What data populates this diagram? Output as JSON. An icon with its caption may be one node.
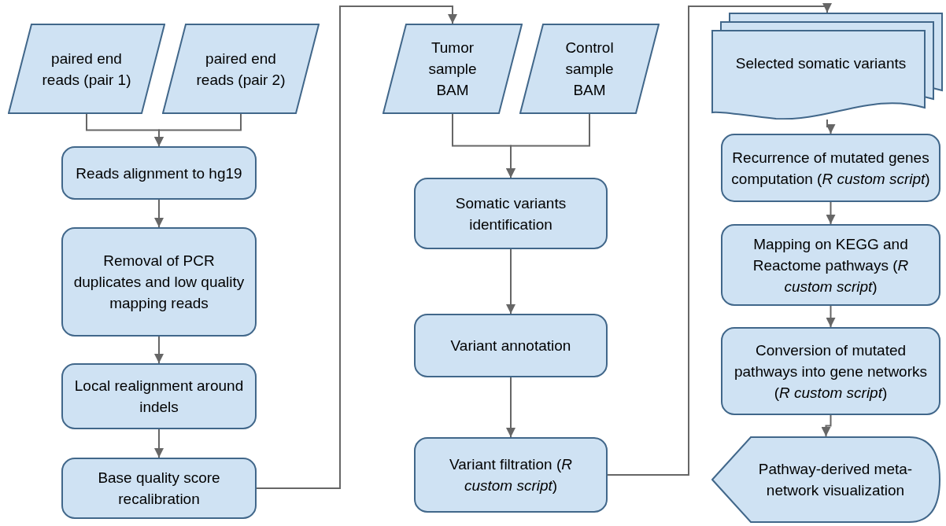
{
  "diagram": {
    "nodes": [
      {
        "text": [
          "paired end reads (pair 1)"
        ]
      },
      {
        "text": [
          "paired end reads (pair 2)"
        ]
      },
      {
        "text": [
          "Reads alignment to hg19"
        ]
      },
      {
        "text": [
          "Removal of PCR duplicates and low quality mapping reads"
        ]
      },
      {
        "text": [
          "Local realignment around indels"
        ]
      },
      {
        "text": [
          "Base quality score recalibration"
        ]
      },
      {
        "text": [
          "Tumor sample BAM"
        ]
      },
      {
        "text": [
          "Control sample BAM"
        ]
      },
      {
        "text": [
          "Somatic variants identification"
        ]
      },
      {
        "text": [
          "Variant annotation"
        ]
      },
      {
        "text": [
          "Variant filtration (*R custom script*)"
        ]
      },
      {
        "text": [
          "Selected somatic variants"
        ]
      },
      {
        "text": [
          "Recurrence of mutated genes computation (*R custom script*)"
        ]
      },
      {
        "text": [
          "Mapping on KEGG and Reactome pathways (*R custom script*)"
        ]
      },
      {
        "text": [
          "Conversion of mutated pathways into gene networks (*R custom script*)"
        ]
      },
      {
        "text": [
          "Pathway-derived meta-network visualization"
        ]
      }
    ],
    "edges": [
      {
        "from": 0,
        "to": 2,
        "arrow": "to"
      },
      {
        "from": 1,
        "to": 2,
        "arrow": "to"
      },
      {
        "from": 2,
        "to": 3,
        "arrow": "to"
      },
      {
        "from": 3,
        "to": 4,
        "arrow": "to"
      },
      {
        "from": 4,
        "to": 5,
        "arrow": "to"
      },
      {
        "from": 5,
        "to": 6,
        "arrow": "to"
      },
      {
        "from": 6,
        "to": 8,
        "arrow": "to"
      },
      {
        "from": 7,
        "to": 8,
        "arrow": "to"
      },
      {
        "from": 8,
        "to": 9,
        "arrow": "to"
      },
      {
        "from": 9,
        "to": 10,
        "arrow": "to"
      },
      {
        "from": 10,
        "to": 11,
        "arrow": "to"
      },
      {
        "from": 11,
        "to": 12,
        "arrow": "to"
      },
      {
        "from": 12,
        "to": 13,
        "arrow": "to"
      },
      {
        "from": 13,
        "to": 14,
        "arrow": "to"
      },
      {
        "from": 14,
        "to": 15,
        "arrow": "to"
      }
    ]
  }
}
